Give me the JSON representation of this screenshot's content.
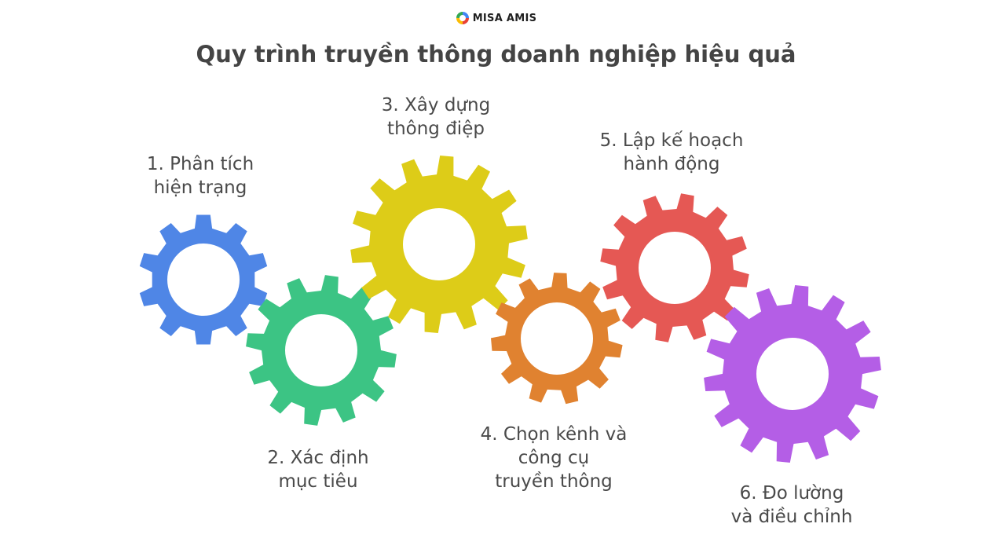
{
  "brand": {
    "name": "MISA AMIS",
    "logo_icon": "misa-logo-icon",
    "logo_colors": [
      "#e94235",
      "#fbbc04",
      "#34a853",
      "#4285f4"
    ]
  },
  "title": "Quy trình truyền thông doanh nghiệp hiệu quả",
  "steps": [
    {
      "line1": "1. Phân tích",
      "line2": "hiện trạng",
      "line3": "",
      "color": "#4f86e6",
      "icon": "gear-icon"
    },
    {
      "line1": "2. Xác định",
      "line2": "mục tiêu",
      "line3": "",
      "color": "#3cc484",
      "icon": "gear-icon"
    },
    {
      "line1": "3. Xây dựng",
      "line2": "thông điệp",
      "line3": "",
      "color": "#ddcc18",
      "icon": "gear-icon"
    },
    {
      "line1": "4. Chọn kênh và",
      "line2": "công cụ",
      "line3": "truyền thông",
      "color": "#e08230",
      "icon": "gear-icon"
    },
    {
      "line1": "5. Lập kế hoạch",
      "line2": "hành động",
      "line3": "",
      "color": "#e55854",
      "icon": "gear-icon"
    },
    {
      "line1": "6. Đo lường",
      "line2": "và điều chỉnh",
      "line3": "",
      "color": "#b45ee6",
      "icon": "gear-icon"
    }
  ]
}
